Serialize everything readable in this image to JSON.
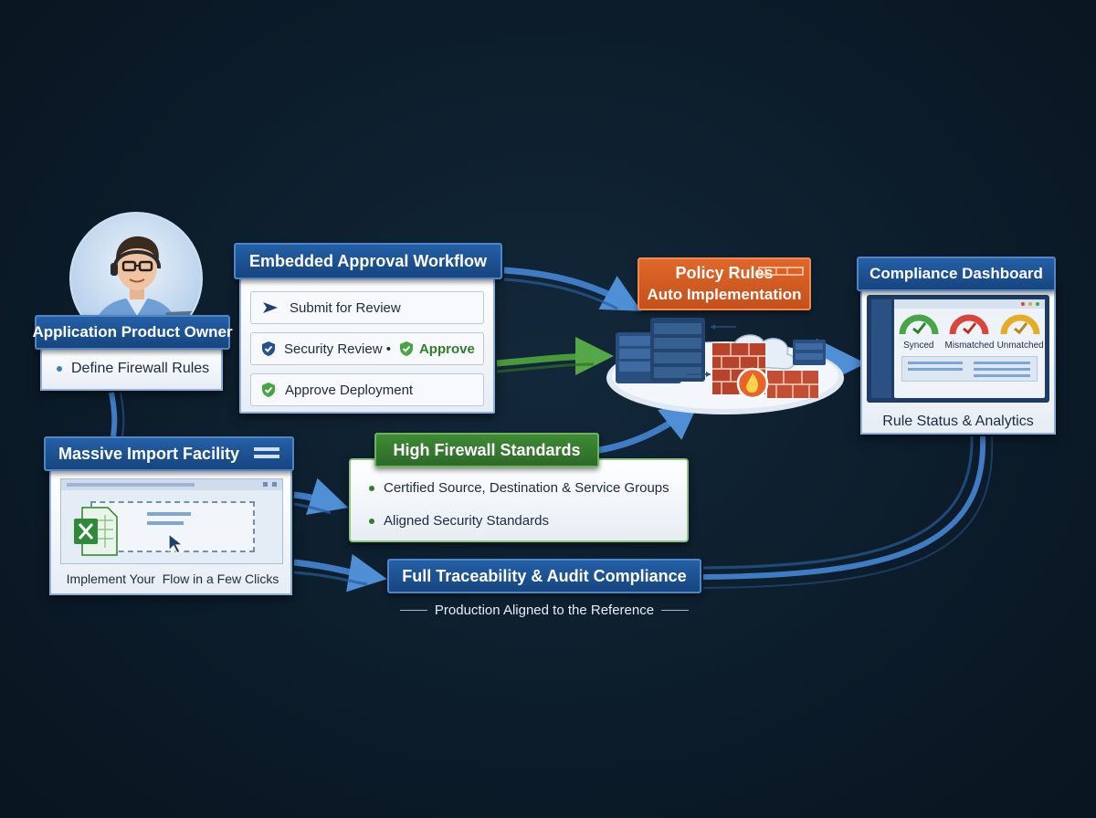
{
  "owner": {
    "title": "Application Product Owner",
    "task": "Define Firewall Rules"
  },
  "workflow": {
    "title": "Embedded Approval Workflow",
    "steps": [
      "Submit for Review",
      "Security Review •",
      "Approve",
      "Approve Deployment"
    ]
  },
  "policy": {
    "title_line1": "Policy Rules",
    "title_line2": "Auto Implementation"
  },
  "dashboard": {
    "title": "Compliance Dashboard",
    "gauges": [
      "Synced",
      "Mismatched",
      "Unmatched"
    ],
    "footer": "Rule Status & Analytics"
  },
  "import": {
    "title": "Massive Import Facility",
    "caption": "Implement Your  Flow in a Few Clicks"
  },
  "standards": {
    "title": "High Firewall Standards",
    "items": [
      "Certified Source, Destination & Service Groups",
      "Aligned Security Standards"
    ]
  },
  "traceability": {
    "title": "Full Traceability & Audit Compliance",
    "subtitle": "Production Aligned to the Reference"
  },
  "colors": {
    "blue_header": "#1f559a",
    "green_header": "#367a30",
    "orange_header": "#d85d23",
    "arrow_blue": "#3f7cc4",
    "arrow_green": "#4a9a3c",
    "gauge_green": "#46a545",
    "gauge_red": "#d9453a",
    "gauge_yellow": "#e6ad24"
  }
}
